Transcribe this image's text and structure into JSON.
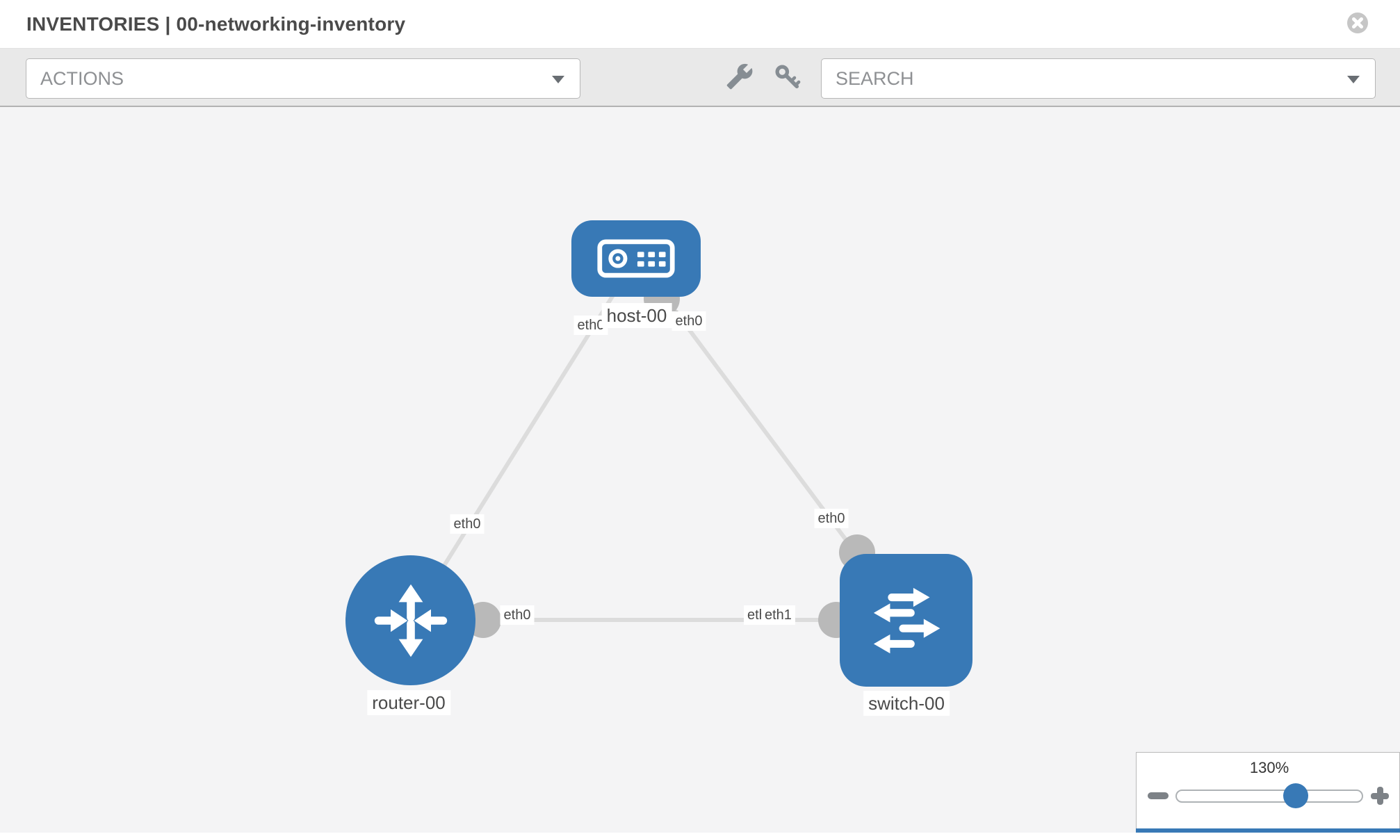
{
  "header": {
    "title": "INVENTORIES | 00-networking-inventory"
  },
  "toolbar": {
    "actions": {
      "label": "ACTIONS"
    },
    "search": {
      "placeholder": "SEARCH",
      "value": ""
    },
    "icons": {
      "wrench": "wrench-icon",
      "key": "key-icon"
    }
  },
  "diagram": {
    "nodes": [
      {
        "id": "host-00",
        "label": "host-00",
        "type": "host"
      },
      {
        "id": "router-00",
        "label": "router-00",
        "type": "router"
      },
      {
        "id": "switch-00",
        "label": "switch-00",
        "type": "switch"
      }
    ],
    "links": [
      {
        "from": "host-00",
        "to": "router-00",
        "from_if": "eth0",
        "to_if": "eth0"
      },
      {
        "from": "host-00",
        "to": "switch-00",
        "from_if": "eth0",
        "to_if": "eth0"
      },
      {
        "from": "router-00",
        "to": "switch-00",
        "from_if": "eth0",
        "to_if": "eth1"
      }
    ],
    "interface_labels": {
      "host_left": "eth0",
      "host_right": "eth0",
      "router_top": "eth0",
      "switch_top": "eth0",
      "router_right": "eth0",
      "switch_left_back": "eth0",
      "switch_left_front": "eth1"
    },
    "colors": {
      "node_fill": "#3879b6",
      "link": "#dcdcdc",
      "connector": "#b9b9b9",
      "canvas_bg": "#f4f4f5"
    }
  },
  "zoom_panel": {
    "value": "130%",
    "percent": 130
  }
}
